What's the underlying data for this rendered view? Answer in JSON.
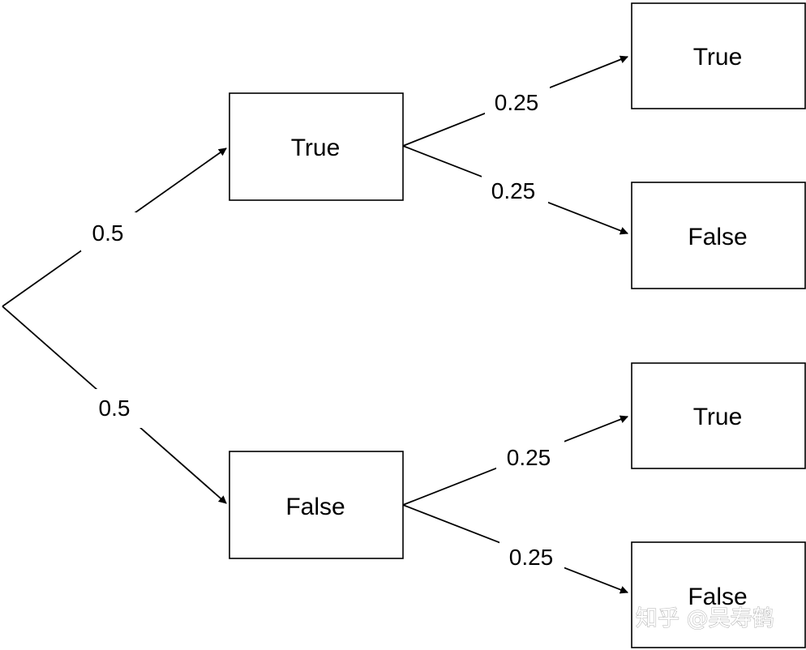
{
  "nodes": {
    "level1_true": "True",
    "level1_false": "False",
    "level2_true_true": "True",
    "level2_true_false": "False",
    "level2_false_true": "True",
    "level2_false_false": "False"
  },
  "edges": {
    "root_to_true": "0.5",
    "root_to_false": "0.5",
    "true_to_true": "0.25",
    "true_to_false": "0.25",
    "false_to_true": "0.25",
    "false_to_false": "0.25"
  },
  "watermark": "知乎 @吴寿鹤"
}
